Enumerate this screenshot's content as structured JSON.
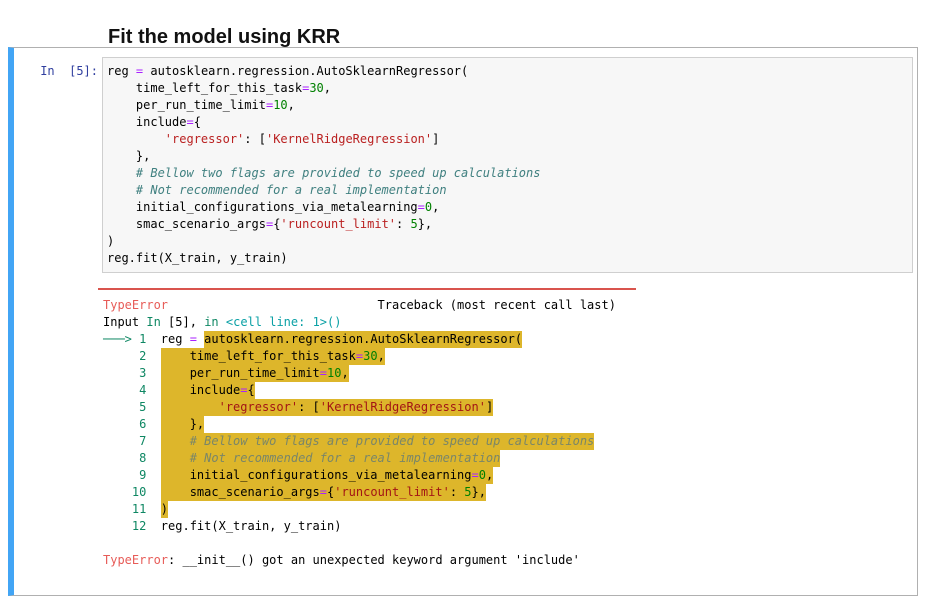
{
  "title": "Fit the model using KRR",
  "colors": {
    "selection_bar": "#42A5F5",
    "prompt_blue": "#303F9F",
    "error_red": "#E75C58",
    "traceback_highlight": "#DDB62B",
    "string_red": "#BA2121",
    "number_green": "#008000",
    "operator_purple": "#AA22FF",
    "comment_teal": "#408080",
    "code_bg": "#F7F7F7"
  },
  "cell": {
    "prompt": "In  [5]:",
    "code_lines": [
      [
        {
          "t": "reg ",
          "c": "b"
        },
        {
          "t": "=",
          "c": "o"
        },
        {
          "t": " autosklearn.regression.AutoSklearnRegressor(",
          "c": "b"
        }
      ],
      [
        {
          "t": "    time_left_for_this_task",
          "c": "b"
        },
        {
          "t": "=",
          "c": "o"
        },
        {
          "t": "30",
          "c": "n"
        },
        {
          "t": ",",
          "c": "b"
        }
      ],
      [
        {
          "t": "    per_run_time_limit",
          "c": "b"
        },
        {
          "t": "=",
          "c": "o"
        },
        {
          "t": "10",
          "c": "n"
        },
        {
          "t": ",",
          "c": "b"
        }
      ],
      [
        {
          "t": "    include",
          "c": "b"
        },
        {
          "t": "=",
          "c": "o"
        },
        {
          "t": "{",
          "c": "b"
        }
      ],
      [
        {
          "t": "        ",
          "c": "b"
        },
        {
          "t": "'regressor'",
          "c": "s"
        },
        {
          "t": ": [",
          "c": "b"
        },
        {
          "t": "'KernelRidgeRegression'",
          "c": "s"
        },
        {
          "t": "]",
          "c": "b"
        }
      ],
      [
        {
          "t": "    },",
          "c": "b"
        }
      ],
      [
        {
          "t": "    ",
          "c": "b"
        },
        {
          "t": "# Bellow two flags are provided to speed up calculations",
          "c": "c"
        }
      ],
      [
        {
          "t": "    ",
          "c": "b"
        },
        {
          "t": "# Not recommended for a real implementation",
          "c": "c"
        }
      ],
      [
        {
          "t": "    initial_configurations_via_metalearning",
          "c": "b"
        },
        {
          "t": "=",
          "c": "o"
        },
        {
          "t": "0",
          "c": "n"
        },
        {
          "t": ",",
          "c": "b"
        }
      ],
      [
        {
          "t": "    smac_scenario_args",
          "c": "b"
        },
        {
          "t": "=",
          "c": "o"
        },
        {
          "t": "{",
          "c": "b"
        },
        {
          "t": "'runcount_limit'",
          "c": "s"
        },
        {
          "t": ": ",
          "c": "b"
        },
        {
          "t": "5",
          "c": "n"
        },
        {
          "t": "},",
          "c": "b"
        }
      ],
      [
        {
          "t": ")",
          "c": "b"
        }
      ],
      [
        {
          "t": "reg.fit(X_train, y_train)",
          "c": "b"
        }
      ]
    ]
  },
  "traceback": {
    "header": [
      {
        "t": "TypeError",
        "c": "r"
      },
      {
        "t": "                             Traceback (most recent call last)",
        "c": "b"
      }
    ],
    "input_line": [
      {
        "t": "Input ",
        "c": "b"
      },
      {
        "t": "In ",
        "c": "g"
      },
      {
        "t": "[5]",
        "c": "b"
      },
      {
        "t": ", ",
        "c": "b"
      },
      {
        "t": "in ",
        "c": "g"
      },
      {
        "t": "<cell line: 1>()",
        "c": "cy"
      }
    ],
    "lines": [
      {
        "gutter": "───> 1  ",
        "pre": [
          {
            "t": "reg ",
            "c": "b"
          },
          {
            "t": "=",
            "c": "o"
          },
          {
            "t": " ",
            "c": "b"
          }
        ],
        "hl": [
          {
            "t": "autosklearn.regression.AutoSklearnRegressor(",
            "c": "b"
          }
        ]
      },
      {
        "gutter": "     2  ",
        "hl": [
          {
            "t": "    time_left_for_this_task",
            "c": "b"
          },
          {
            "t": "=",
            "c": "o"
          },
          {
            "t": "30",
            "c": "n"
          },
          {
            "t": ",",
            "c": "b"
          }
        ]
      },
      {
        "gutter": "     3  ",
        "hl": [
          {
            "t": "    per_run_time_limit",
            "c": "b"
          },
          {
            "t": "=",
            "c": "o"
          },
          {
            "t": "10",
            "c": "n"
          },
          {
            "t": ",",
            "c": "b"
          }
        ]
      },
      {
        "gutter": "     4  ",
        "hl": [
          {
            "t": "    include",
            "c": "b"
          },
          {
            "t": "=",
            "c": "o"
          },
          {
            "t": "{",
            "c": "b"
          }
        ]
      },
      {
        "gutter": "     5  ",
        "hl": [
          {
            "t": "        ",
            "c": "b"
          },
          {
            "t": "'regressor'",
            "c": "sh"
          },
          {
            "t": ": [",
            "c": "b"
          },
          {
            "t": "'KernelRidgeRegression'",
            "c": "sh"
          },
          {
            "t": "]",
            "c": "b"
          }
        ]
      },
      {
        "gutter": "     6  ",
        "hl": [
          {
            "t": "    },",
            "c": "b"
          }
        ]
      },
      {
        "gutter": "     7  ",
        "hl": [
          {
            "t": "    ",
            "c": "b"
          },
          {
            "t": "# Bellow two flags are provided to speed up calculations",
            "c": "ch"
          }
        ]
      },
      {
        "gutter": "     8  ",
        "hl": [
          {
            "t": "    ",
            "c": "b"
          },
          {
            "t": "# Not recommended for a real implementation",
            "c": "ch"
          }
        ]
      },
      {
        "gutter": "     9  ",
        "hl": [
          {
            "t": "    initial_configurations_via_metalearning",
            "c": "b"
          },
          {
            "t": "=",
            "c": "o"
          },
          {
            "t": "0",
            "c": "n"
          },
          {
            "t": ",",
            "c": "b"
          }
        ]
      },
      {
        "gutter": "    10  ",
        "hl": [
          {
            "t": "    smac_scenario_args",
            "c": "b"
          },
          {
            "t": "=",
            "c": "o"
          },
          {
            "t": "{",
            "c": "b"
          },
          {
            "t": "'runcount_limit'",
            "c": "sh"
          },
          {
            "t": ": ",
            "c": "b"
          },
          {
            "t": "5",
            "c": "n"
          },
          {
            "t": "},",
            "c": "b"
          }
        ]
      },
      {
        "gutter": "    11  ",
        "hl": [
          {
            "t": ")",
            "c": "b"
          }
        ]
      },
      {
        "gutter": "    12  ",
        "pre": [
          {
            "t": "reg.fit(X_train, y_train)",
            "c": "b"
          }
        ]
      }
    ],
    "final": [
      {
        "t": "TypeError",
        "c": "r"
      },
      {
        "t": ": __init__() got an unexpected keyword argument 'include'",
        "c": "b"
      }
    ]
  }
}
